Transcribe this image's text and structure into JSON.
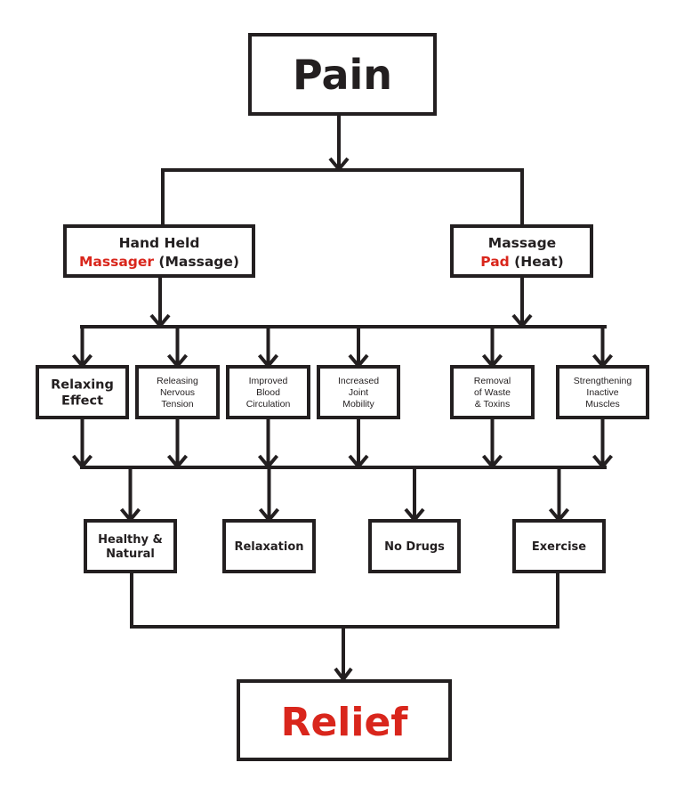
{
  "colors": {
    "ink": "#231f20",
    "accent": "#d9261c",
    "background": "#ffffff"
  },
  "root": {
    "label": "Pain"
  },
  "sources": [
    {
      "line1": "Hand Held",
      "line2_accent": "Massager",
      "line2_rest": " (Massage)"
    },
    {
      "line1": "Massage",
      "line2_accent": "Pad",
      "line2_rest": " (Heat)"
    }
  ],
  "benefits": [
    {
      "lines": [
        "Relaxing",
        "Effect"
      ],
      "style": "bold"
    },
    {
      "lines": [
        "Releasing",
        "Nervous",
        "Tension"
      ],
      "style": "light"
    },
    {
      "lines": [
        "Improved",
        "Blood",
        "Circulation"
      ],
      "style": "light"
    },
    {
      "lines": [
        "Increased",
        "Joint",
        "Mobility"
      ],
      "style": "light"
    },
    {
      "lines": [
        "Removal",
        "of Waste",
        "& Toxins"
      ],
      "style": "light"
    },
    {
      "lines": [
        "Strengthening",
        "Inactive",
        "Muscles"
      ],
      "style": "light"
    }
  ],
  "outcomes": [
    {
      "lines": [
        "Healthy &",
        "Natural"
      ]
    },
    {
      "lines": [
        "Relaxation"
      ]
    },
    {
      "lines": [
        "No Drugs"
      ]
    },
    {
      "lines": [
        "Exercise"
      ]
    }
  ],
  "result": {
    "label": "Relief"
  }
}
